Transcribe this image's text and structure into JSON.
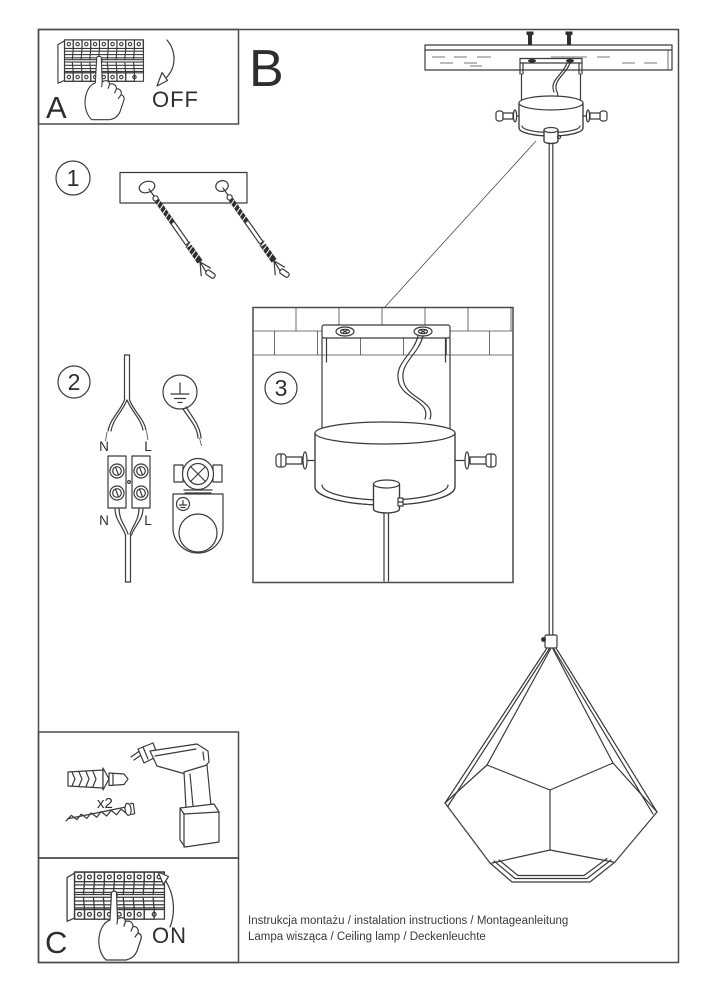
{
  "page": {
    "background": "#ffffff",
    "ink": "#333333"
  },
  "sections": {
    "panel_a": {
      "label": "A",
      "switch_action": "OFF"
    },
    "overview": {
      "label": "B"
    },
    "panel_c": {
      "label": "C",
      "switch_action": "ON"
    },
    "step1": {
      "number": "1"
    },
    "step2": {
      "number": "2",
      "labels": {
        "neutral_top": "N",
        "live_top": "L",
        "neutral_bottom": "N",
        "live_bottom": "L"
      }
    },
    "step3": {
      "number": "3"
    },
    "hardware": {
      "anchor_count": "x2"
    }
  },
  "footer": {
    "line1": "Instrukcja montażu / instalation instructions / Montageanleitung",
    "line2": "Lampa wisząca / Ceiling lamp  / Deckenleuchte"
  }
}
